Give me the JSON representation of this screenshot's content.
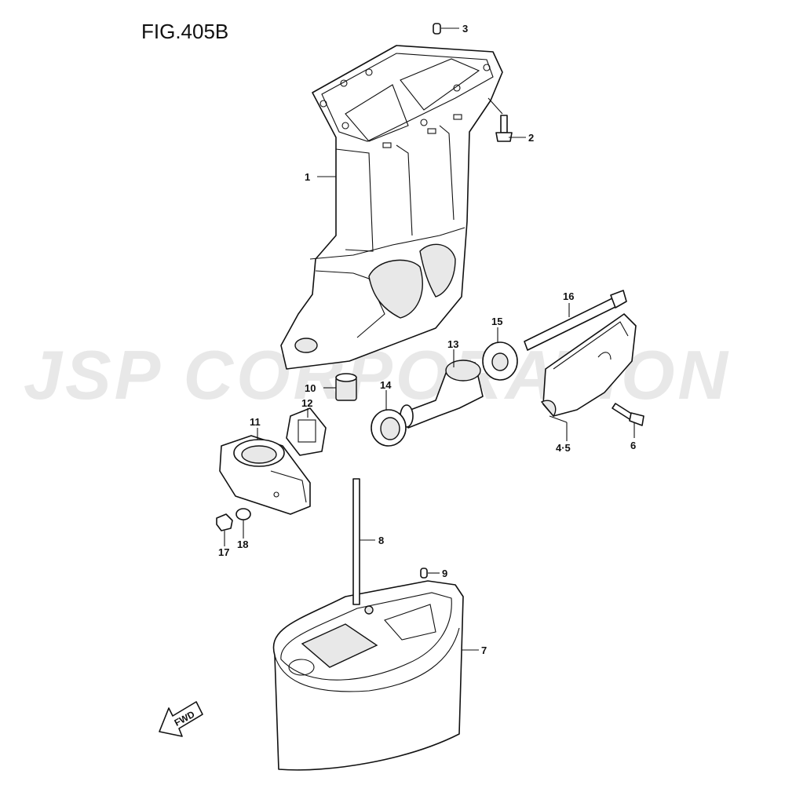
{
  "figure": {
    "title": "FIG.405B"
  },
  "watermark": {
    "text": "JSP CORPORATION"
  },
  "direction": {
    "label": "FWD"
  },
  "callouts": [
    "1",
    "2",
    "3",
    "4·5",
    "6",
    "7",
    "8",
    "9",
    "10",
    "11",
    "12",
    "13",
    "14",
    "15",
    "16",
    "17",
    "18"
  ]
}
